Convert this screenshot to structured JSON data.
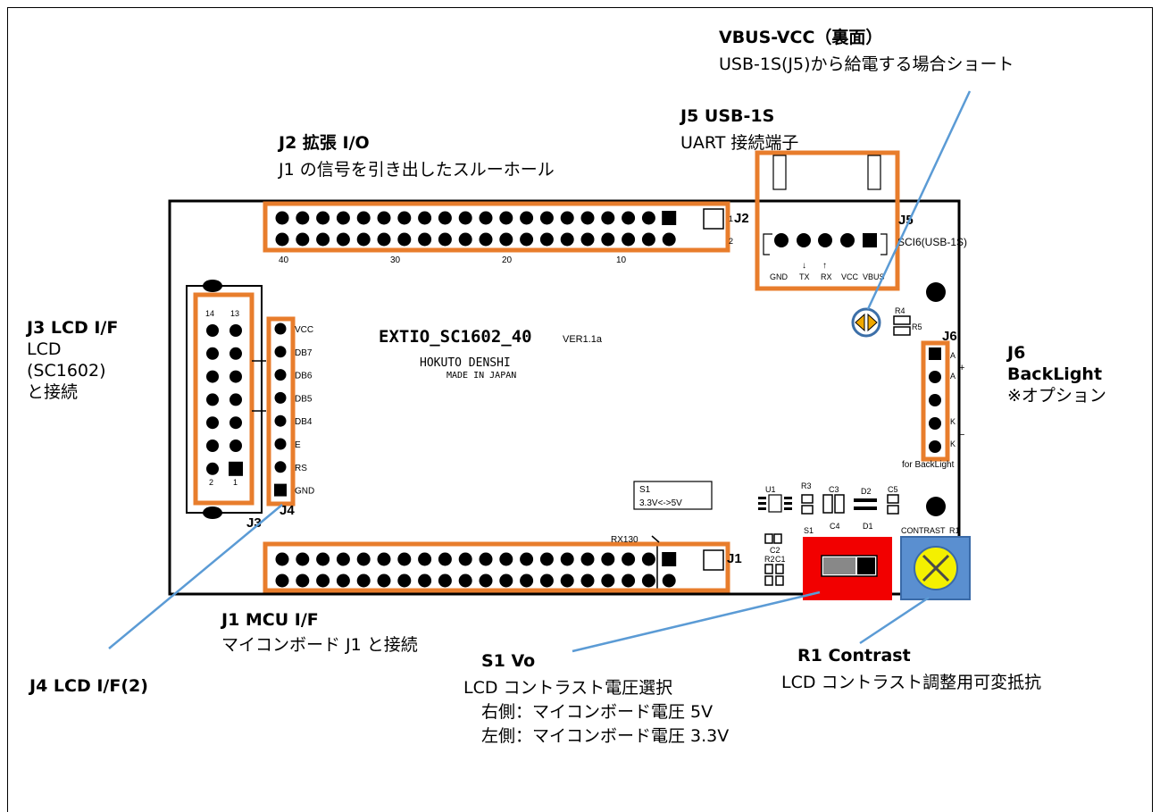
{
  "board": {
    "name": "EXTIO_SC1602_40",
    "version": "VER1.1a",
    "maker": "HOKUTO DENSHI",
    "made_in": "MADE IN JAPAN",
    "j2_ref": "J2",
    "j2_pin1": "1",
    "j2_pin2": "2",
    "j2_ticks": [
      "40",
      "30",
      "20",
      "10"
    ],
    "j1_ref": "J1",
    "j3_ref": "J3",
    "j4_ref": "J4",
    "j3_pins_top": [
      "14",
      "13"
    ],
    "j3_pins_bottom": [
      "2",
      "1"
    ],
    "j4_pins": [
      "VCC",
      "DB7",
      "DB6",
      "DB5",
      "DB4",
      "E",
      "RS",
      "GND"
    ],
    "j5_ref": "J5",
    "j5_part": "SCI6(USB-1S)",
    "j5_pins": [
      "GND",
      "TX",
      "RX",
      "VCC",
      "VBUS"
    ],
    "j6_ref": "J6",
    "j6_pins": [
      "A",
      "A",
      "K",
      "K"
    ],
    "j6_signs": [
      "+",
      "−"
    ],
    "j6_note": "for BackLight",
    "s1_box_line1": "S1",
    "s1_box_line2": "3.3V<->5V",
    "rx130": "RX130",
    "parts": [
      "U1",
      "R3",
      "C3",
      "D2",
      "C5",
      "R4",
      "R5",
      "C2",
      "S1",
      "C4",
      "D1",
      "CONTRAST",
      "R1",
      "R2",
      "C1"
    ]
  },
  "callouts": {
    "vbus": {
      "title": "VBUS-VCC（裏面）",
      "desc": "USB-1S(J5)から給電する場合ショート"
    },
    "j5": {
      "title": "J5 USB-1S",
      "desc": "UART 接続端子"
    },
    "j2": {
      "title": "J2 拡張 I/O",
      "desc": "J1 の信号を引き出したスルーホール"
    },
    "j3": {
      "title": "J3 LCD I/F",
      "desc1": "LCD",
      "desc2": "(SC1602)",
      "desc3": "と接続"
    },
    "j6": {
      "title1": "J6",
      "title2": "BackLight",
      "desc": "※オプション"
    },
    "j1": {
      "title": "J1 MCU I/F",
      "desc": "マイコンボード J1 と接続"
    },
    "j4": {
      "title": "J4 LCD I/F(2)"
    },
    "s1": {
      "title": "S1 Vo",
      "desc": "LCD コントラスト電圧選択",
      "right": "右側：マイコンボード電圧 5V",
      "left": "左側：マイコンボード電圧 3.3V"
    },
    "r1": {
      "title": "R1 Contrast",
      "desc": "LCD コントラスト調整用可変抵抗"
    }
  },
  "colors": {
    "highlight": "#e87d2c",
    "leader": "#5b9bd5",
    "switch_red": "#f20000",
    "pot_blue": "#5a8fd0",
    "pot_yellow": "#f4f000",
    "jumper": "#f0a800"
  }
}
